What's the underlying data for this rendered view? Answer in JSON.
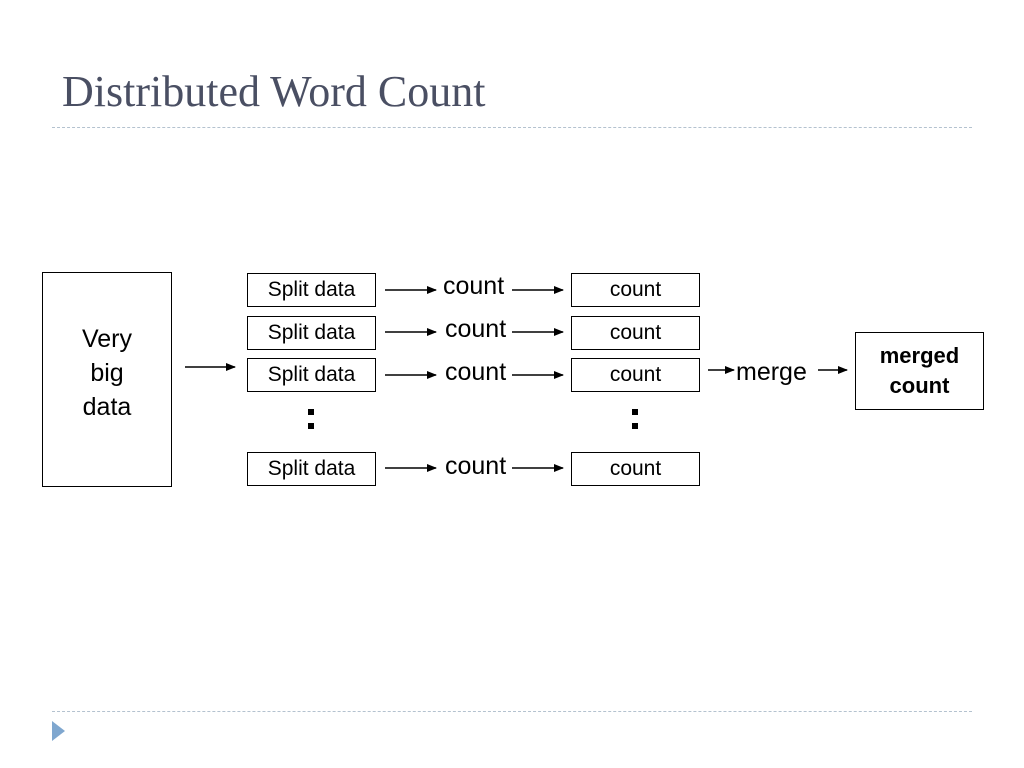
{
  "slide": {
    "title": "Distributed Word Count"
  },
  "diagram": {
    "source_label": "Very\nbig\ndata",
    "rows": [
      {
        "split": "Split data",
        "step": "count",
        "result": "count"
      },
      {
        "split": "Split data",
        "step": "count",
        "result": "count"
      },
      {
        "split": "Split data",
        "step": "count",
        "result": "count"
      },
      {
        "split": "Split data",
        "step": "count",
        "result": "count"
      }
    ],
    "merge_label": "merge",
    "merged_label": "merged\ncount"
  },
  "colors": {
    "title": "#4a4f63",
    "rule": "#b4c2cf",
    "marker": "#7fa7cf"
  }
}
